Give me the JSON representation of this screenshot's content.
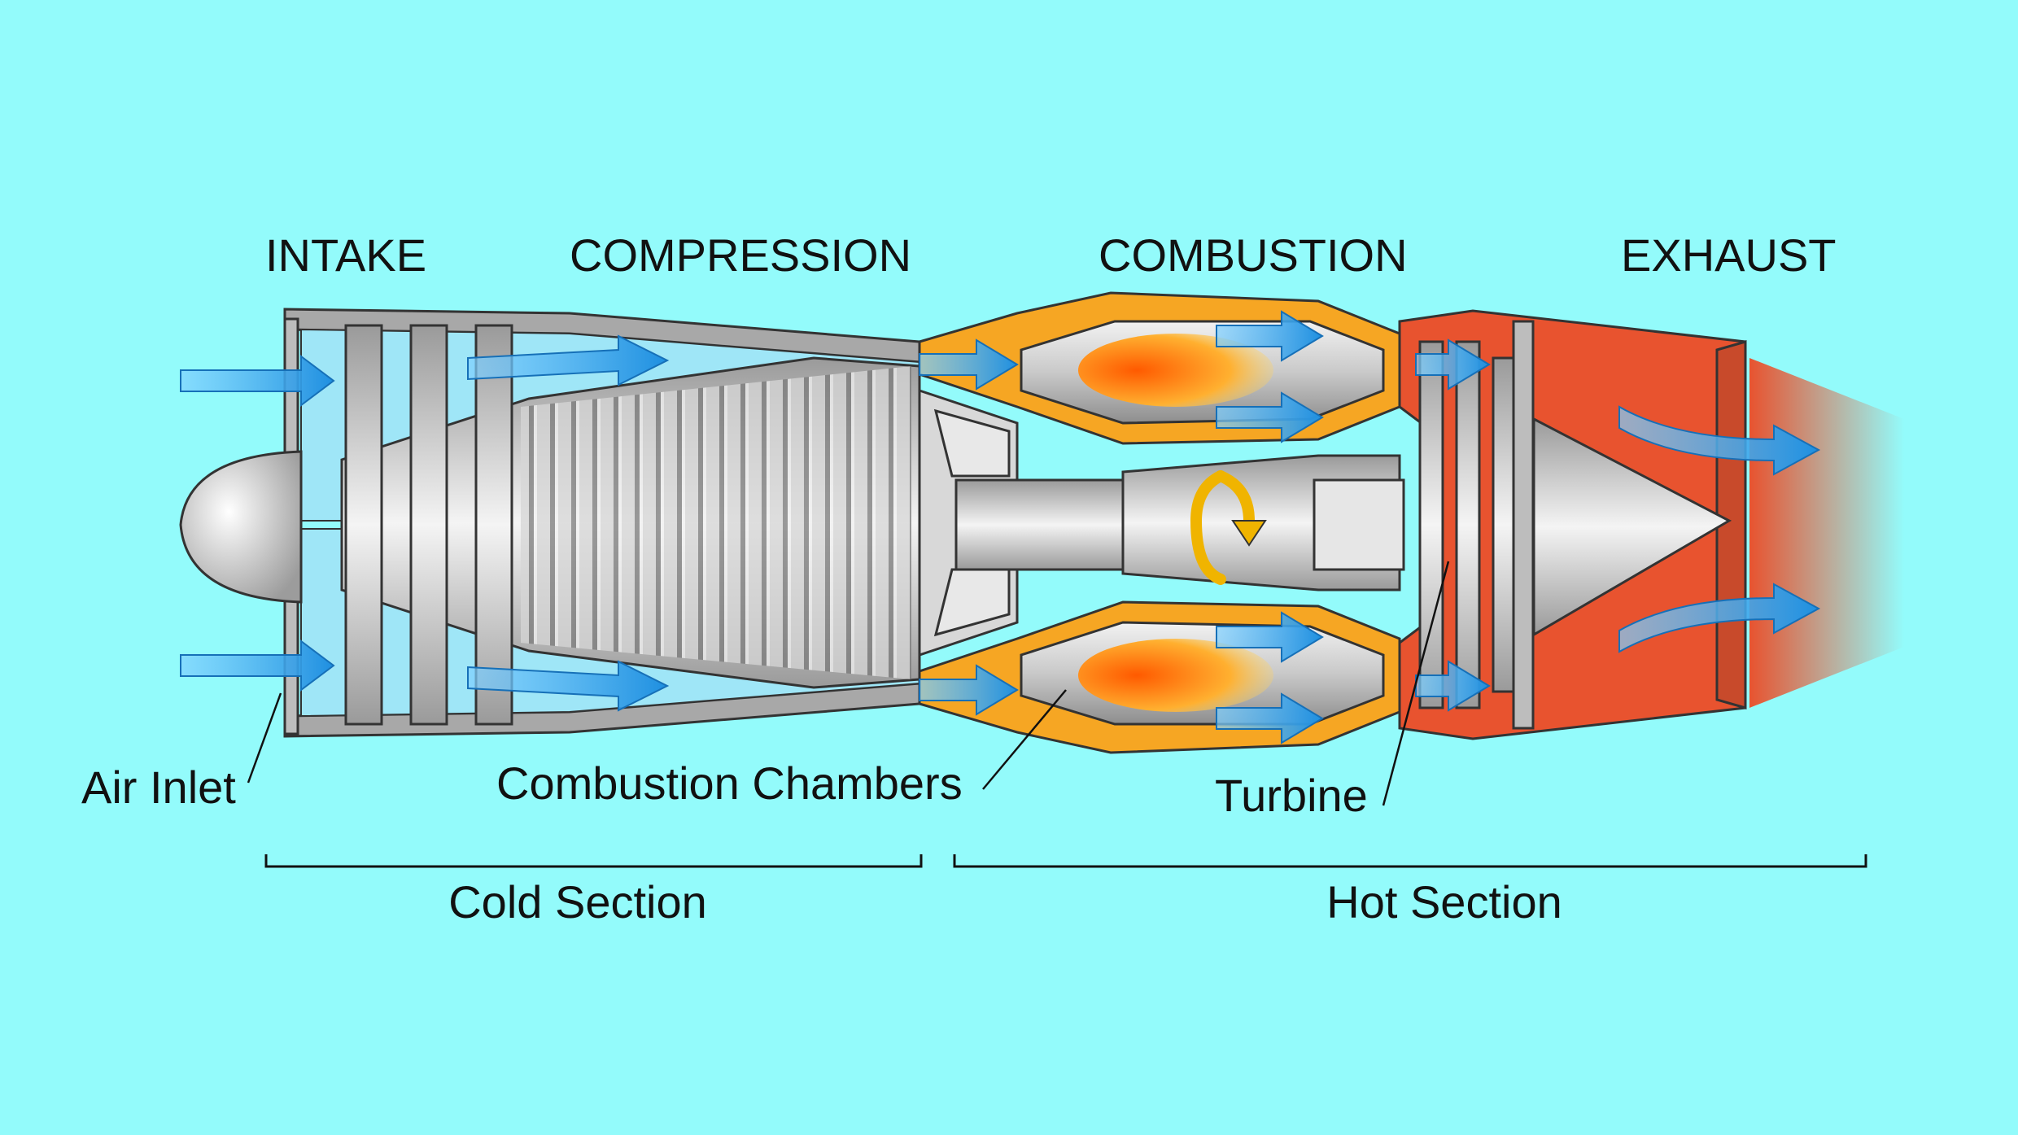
{
  "stages": {
    "intake": "INTAKE",
    "compression": "COMPRESSION",
    "combustion": "COMBUSTION",
    "exhaust": "EXHAUST"
  },
  "callouts": {
    "air_inlet": "Air Inlet",
    "combustion_chambers": "Combustion Chambers",
    "turbine": "Turbine"
  },
  "sections": {
    "cold": "Cold Section",
    "hot": "Hot Section"
  },
  "colors": {
    "background": "#93fbfb",
    "casing": "#a8a8a8",
    "outline": "#333333",
    "airflow": "#3fa7e6",
    "combustor": "#f6a623",
    "hot_section": "#e8532f",
    "flame": "#ff7a1a"
  },
  "icons": {
    "airflow_arrows": "airflow-arrow-icon",
    "rotation": "rotation-arrow-icon"
  }
}
